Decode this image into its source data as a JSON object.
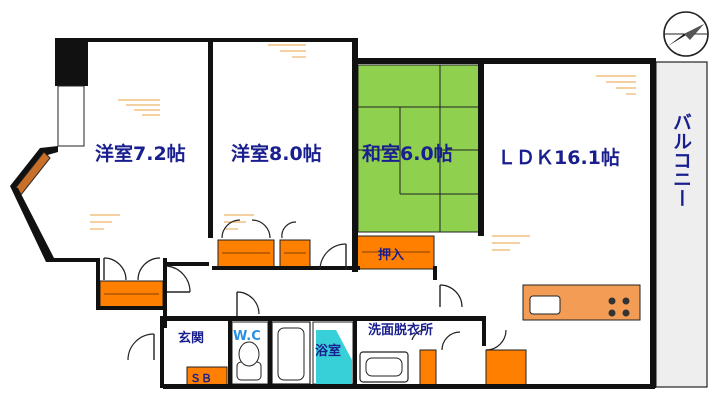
{
  "rooms": {
    "western_room_1": "洋室7.2帖",
    "western_room_2": "洋室8.0帖",
    "japanese_room": "和室6.0帖",
    "ldk": "ＬＤＫ16.1帖",
    "closet": "押入",
    "balcony": "バルコニー",
    "entrance": "玄関",
    "shoe_box": "ＳＢ",
    "toilet": "W.C",
    "bathroom": "浴室",
    "washroom": "洗面脱衣所"
  },
  "colors": {
    "wall": "#111111",
    "tatami": "#8fd14f",
    "closet": "#ff7f00",
    "label_text": "#1a1f8f",
    "wc_text": "#2a8fe0",
    "bath": "#38d0d8",
    "kitchen": "#f39c55"
  },
  "icons": {
    "compass": "compass-north-arrow-icon"
  }
}
